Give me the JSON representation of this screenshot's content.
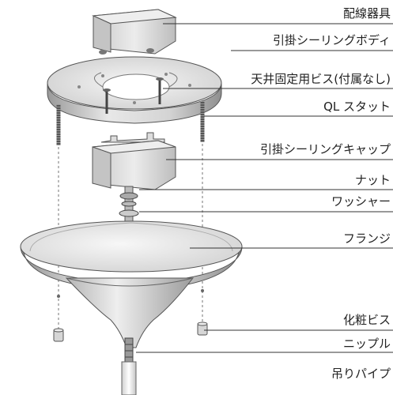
{
  "labels": {
    "wiring_box": "配線器具",
    "hook_ceiling_body": "引掛シーリングボディ",
    "ceiling_screw": "天井固定用ビス(付属なし)",
    "ql_stud": "QL スタット",
    "hook_ceiling_cap": "引掛シーリングキャップ",
    "nut": "ナット",
    "washer": "ワッシャー",
    "flange": "フランジ",
    "decorative_screw": "化粧ビス",
    "nipple": "ニップル",
    "pendant_pipe": "吊りパイプ"
  },
  "colors": {
    "line": "#333333",
    "part_fill": "#e2e2e2",
    "part_shadow": "#a8a8a8",
    "part_light": "#f4f4f4"
  }
}
